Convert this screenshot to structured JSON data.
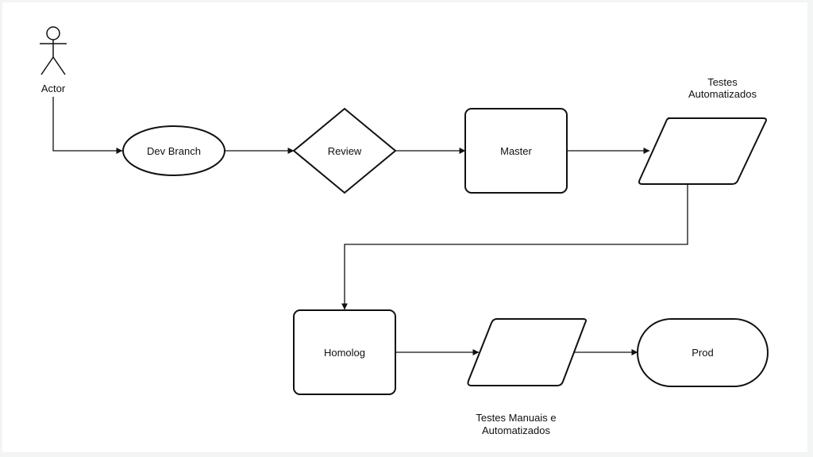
{
  "actor": {
    "label": "Actor"
  },
  "nodes": {
    "dev_branch": "Dev Branch",
    "review": "Review",
    "master": "Master",
    "homolog": "Homolog",
    "prod": "Prod"
  },
  "annotations": {
    "testes_automatizados": [
      "Testes",
      "Automatizados"
    ],
    "testes_manuais": [
      "Testes Manuais e",
      "Automatizados"
    ]
  },
  "colors": {
    "background": "#f3f4f4",
    "canvas": "#ffffff",
    "stroke": "#111111"
  }
}
